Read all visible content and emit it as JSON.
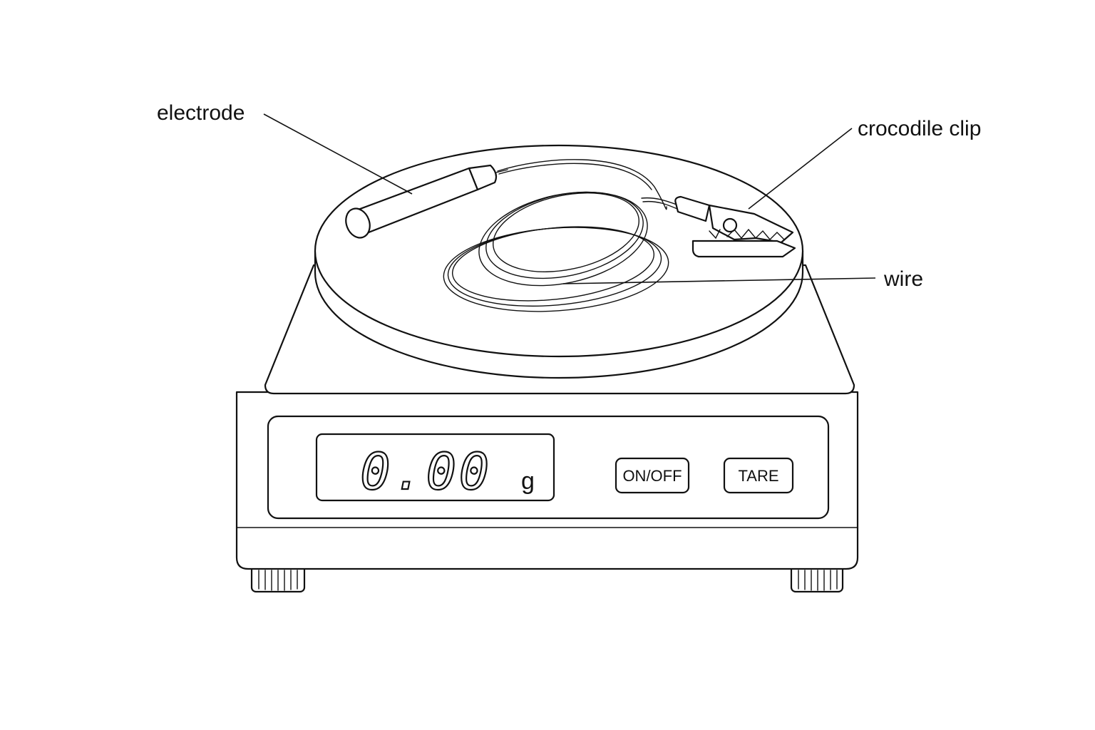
{
  "labels": {
    "electrode": "electrode",
    "crocodile_clip": "crocodile clip",
    "wire": "wire"
  },
  "display": {
    "reading": "0.00",
    "unit": "g"
  },
  "buttons": {
    "power": "ON/OFF",
    "tare": "TARE"
  }
}
